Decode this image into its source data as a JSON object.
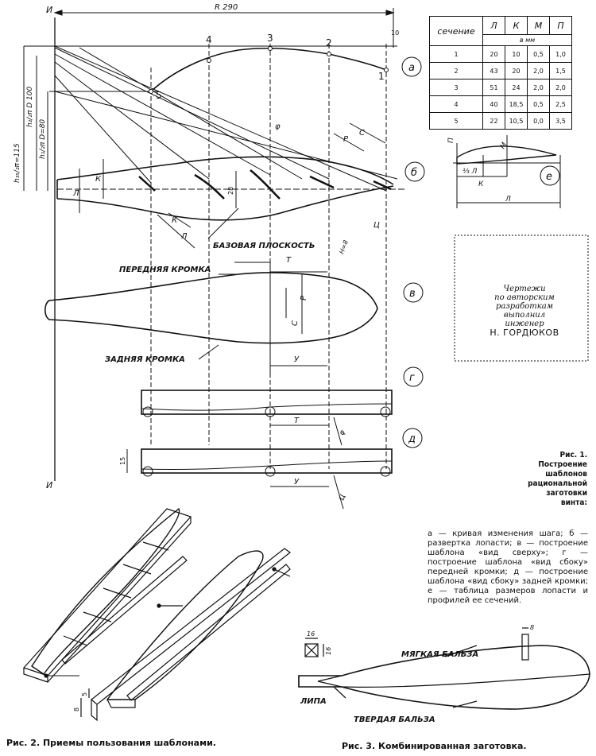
{
  "figure1": {
    "r_dimension": "R 290",
    "axis_letter": "И",
    "dim_10": "10",
    "station_labels": [
      "4",
      "3",
      "2",
      "1",
      "5"
    ],
    "view_labels": {
      "a": "а",
      "b": "б",
      "v": "в",
      "g": "г",
      "d": "д",
      "e": "е"
    },
    "left_dims": [
      "h₃₅/₂π=115",
      "h₂/₂π D 100",
      "h₁/₂π D=80"
    ],
    "dim_28": "28",
    "dim_15": "15",
    "dim_h8": "H=8",
    "letters": {
      "L": "Л",
      "K": "К",
      "P": "Р",
      "C": "С",
      "M": "М",
      "T": "Т",
      "U": "У",
      "Ts": "Ц",
      "phi": "φ",
      "Pi": "П",
      "third_L": "⅓ Л"
    },
    "base_plane": "БАЗОВАЯ ПЛОСКОСТЬ",
    "leading_edge": "ПЕРЕДНЯЯ КРОМКА",
    "trailing_edge": "ЗАДНЯЯ КРОМКА"
  },
  "table": {
    "header_first": "сечение",
    "columns": [
      "Л",
      "К",
      "М",
      "П"
    ],
    "unit": "в мм",
    "rows": [
      [
        "1",
        "20",
        "10",
        "0,5",
        "1,0"
      ],
      [
        "2",
        "43",
        "20",
        "2,0",
        "1,5"
      ],
      [
        "3",
        "51",
        "24",
        "2,0",
        "2,0"
      ],
      [
        "4",
        "40",
        "18,5",
        "0,5",
        "2,5"
      ],
      [
        "5",
        "22",
        "10,5",
        "0,0",
        "3,5"
      ]
    ]
  },
  "credits": {
    "lines": [
      "Чертежи",
      "по авторским",
      "разработкам",
      "выполнил",
      "инженер"
    ],
    "name": "Н. ГОРДЮКОВ"
  },
  "fig1_caption": {
    "lines": [
      "Рис. 1.",
      "Построение",
      "шаблонов",
      "рациональной",
      "заготовки",
      "винта:"
    ]
  },
  "fig1_legend": "а — кривая изменения шага; б — развертка лопасти; в — построение шаблона «вид сверху»; г — построение шаблона «вид сбоку» передней кромки; д — построение шаблона «вид сбоку» задней кромки; е — таблица размеров лопасти и профилей ее сечений.",
  "figure2": {
    "caption": "Рис. 2. Приемы пользования шаблонами.",
    "dims": [
      "8",
      "5"
    ]
  },
  "figure3": {
    "caption": "Рис. 3. Комбинированная заготовка.",
    "soft_balsa": "МЯГКАЯ БАЛЬЗА",
    "hard_balsa": "ТВЕРДАЯ БАЛЬЗА",
    "linden": "ЛИПА",
    "dims": [
      "16",
      "16",
      "8"
    ]
  }
}
